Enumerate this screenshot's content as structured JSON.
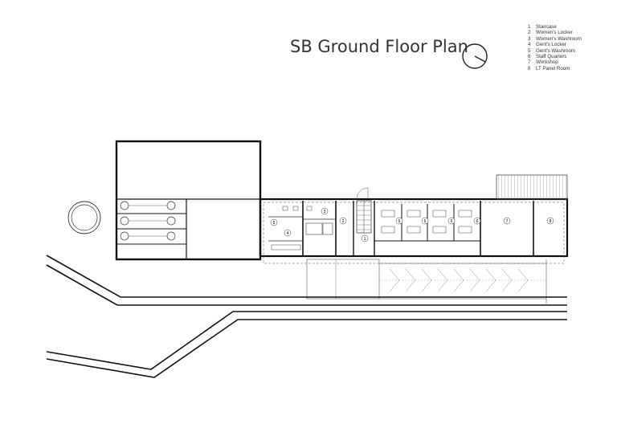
{
  "title": "SB Ground Floor Plan",
  "legend": [
    {
      "num": "1",
      "label": "Staircase"
    },
    {
      "num": "2",
      "label": "Women's Locker"
    },
    {
      "num": "3",
      "label": "Women's Washroom"
    },
    {
      "num": "4",
      "label": "Gent's Locker"
    },
    {
      "num": "5",
      "label": "Gent's Washroom"
    },
    {
      "num": "6",
      "label": "Staff Quarters"
    },
    {
      "num": "7",
      "label": "Workshop"
    },
    {
      "num": "8",
      "label": "LT Panel Room"
    }
  ],
  "room_tags": {
    "r1": "1",
    "r2": "2",
    "r3": "3",
    "r4": "4",
    "r5": "5",
    "r6a": "6",
    "r6b": "6",
    "r6c": "6",
    "r6d": "6",
    "r7": "7",
    "r8": "8"
  },
  "north_arrow_icon": "north-arrow-icon"
}
